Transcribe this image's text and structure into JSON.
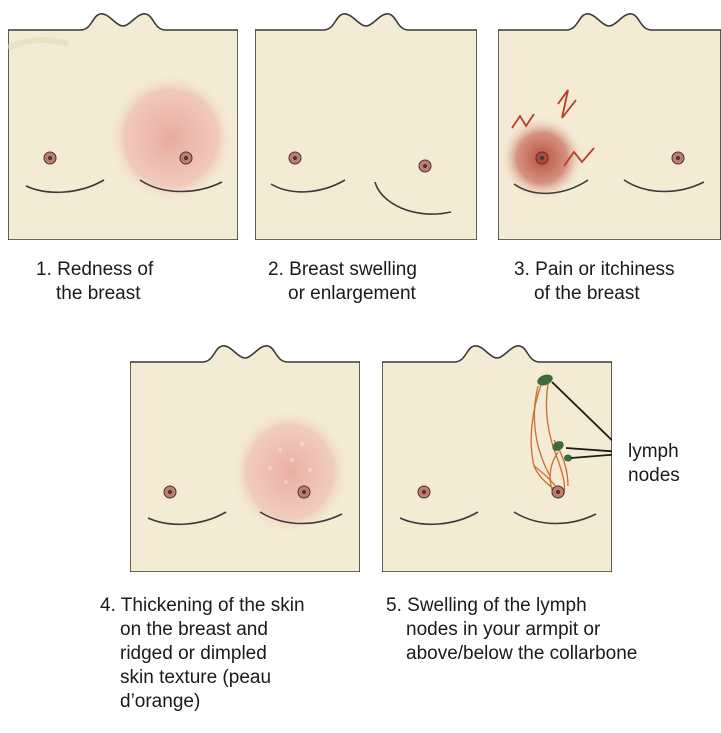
{
  "figures": [
    {
      "number": "1.",
      "lines": [
        "Redness of",
        "the breast"
      ]
    },
    {
      "number": "2.",
      "lines": [
        "Breast swelling",
        "or enlargement"
      ]
    },
    {
      "number": "3.",
      "lines": [
        "Pain or itchiness",
        "of the breast"
      ]
    },
    {
      "number": "4.",
      "lines": [
        "Thickening of the skin",
        "on the breast and",
        "ridged or dimpled",
        "skin texture (peau",
        "d’orange)"
      ]
    },
    {
      "number": "5.",
      "lines": [
        "Swelling of the lymph",
        "nodes in your armpit or",
        "above/below the collarbone"
      ]
    }
  ],
  "lymph_label": [
    "lymph",
    "nodes"
  ],
  "colors": {
    "skin": "#f3ebd4",
    "skin_dark": "#e6dab8",
    "outline": "#3a3a3a",
    "redness": "#e8a39b",
    "pain": "#b8453a",
    "nipple": "#c8796c",
    "node": "#3d6b3a",
    "lymph_vessel": "#d06a30"
  }
}
